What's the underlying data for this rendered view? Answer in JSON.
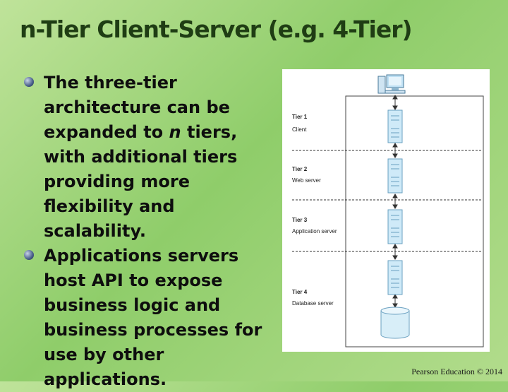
{
  "slide": {
    "title": "n-Tier Client-Server (e.g. 4-Tier)",
    "bullets": [
      {
        "pre": "The three-tier architecture can be expanded to ",
        "em": "n",
        "post": " tiers, with additional tiers providing more flexibility and scalability."
      },
      {
        "pre": "Applications servers host API to expose business logic and business processes for use by other applications.",
        "em": "",
        "post": ""
      }
    ],
    "credit": "Pearson Education © 2014"
  },
  "figure": {
    "tiers": [
      {
        "name": "Tier 1",
        "desc": "Client"
      },
      {
        "name": "Tier 2",
        "desc": "Web server"
      },
      {
        "name": "Tier 3",
        "desc": "Application server"
      },
      {
        "name": "Tier 4",
        "desc": "Database server"
      }
    ]
  }
}
